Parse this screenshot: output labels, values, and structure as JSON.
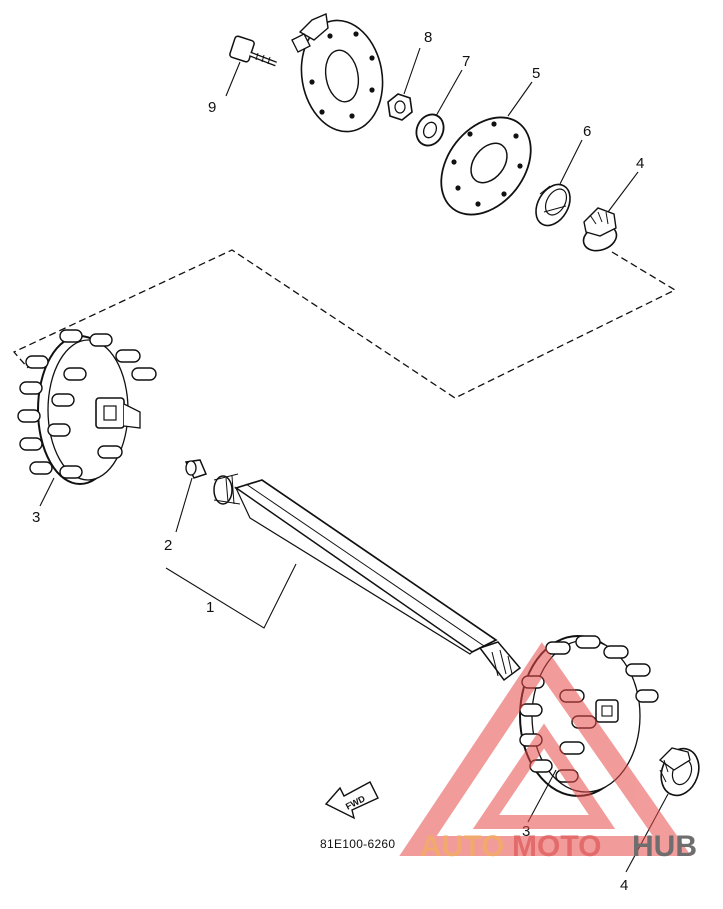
{
  "diagram": {
    "part_code": "81E100-6260",
    "direction_arrow_label": "FWD",
    "callouts": {
      "c1": "1",
      "c2": "2",
      "c3_left": "3",
      "c3_right": "3",
      "c4_top": "4",
      "c4_bottom": "4",
      "c5": "5",
      "c6": "6",
      "c7": "7",
      "c8": "8",
      "c9": "9"
    }
  },
  "watermark": {
    "part_a": "AUTO",
    "part_b": "MOTO",
    "part_c": "HUB",
    "colors": {
      "auto": "#f2a96e",
      "moto": "#e36b6b",
      "hub": "#6e6e6e",
      "triangle": "#e84a4a"
    }
  }
}
